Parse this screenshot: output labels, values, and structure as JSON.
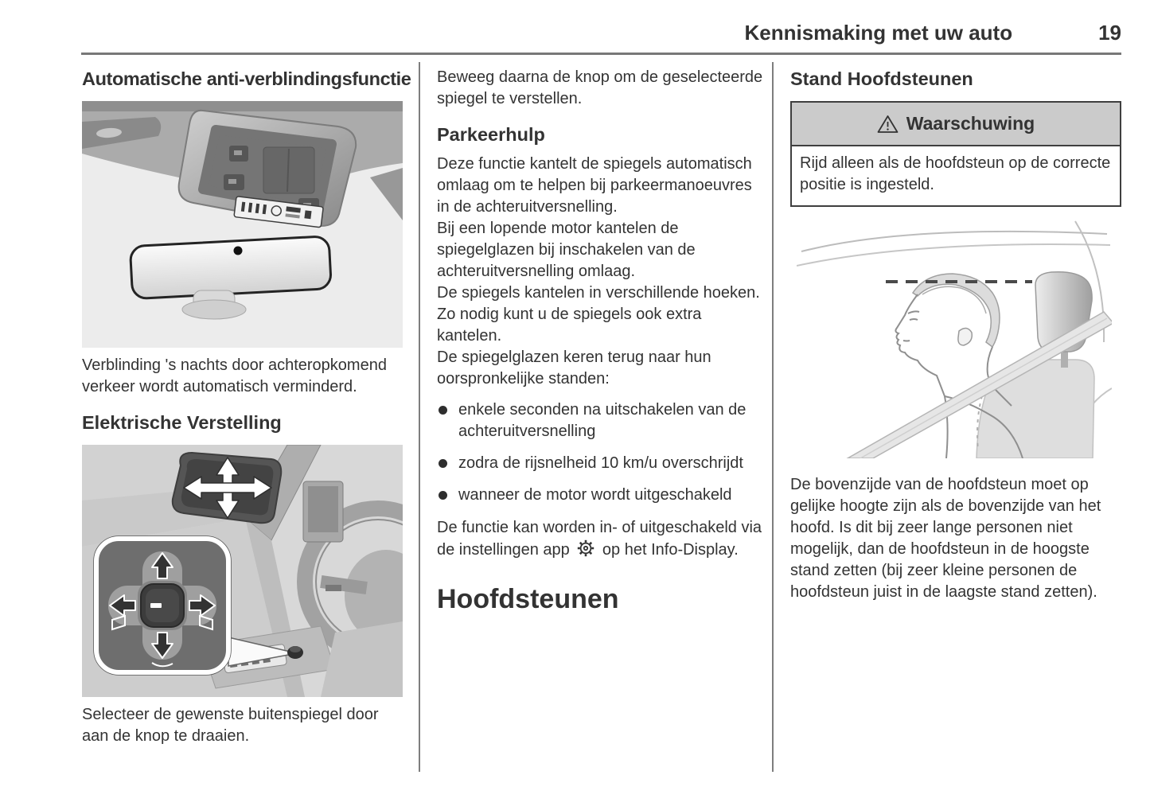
{
  "header": {
    "title": "Kennismaking met uw auto",
    "page_number": "19"
  },
  "left_column": {
    "auto_dim": {
      "heading": "Automatische anti-verblindingsfunctie",
      "figure": "interior-rearview-mirror-with-overhead-console",
      "caption": "Verblinding 's nachts door achteropkomend verkeer wordt automatisch verminderd."
    },
    "electric": {
      "heading": "Elektrische Verstelling",
      "figure": "exterior-mirror-four-way-adjustment-control",
      "caption": "Selecteer de gewenste buitenspiegel door aan de knop te draaien."
    }
  },
  "middle_column": {
    "intro": "Beweeg daarna de knop om de geselecteerde spiegel te verstellen.",
    "park_assist": {
      "heading": "Parkeerhulp",
      "paragraphs": [
        "Deze functie kantelt de spiegels automatisch omlaag om te helpen bij parkeermanoeuvres in de achteruitversnelling.",
        "Bij een lopende motor kantelen de spiegelglazen bij inschakelen van de achteruitversnelling omlaag.",
        "De spiegels kantelen in verschillende hoeken. Zo nodig kunt u de spiegels ook extra kantelen.",
        "De spiegelglazen keren terug naar hun oorspronkelijke standen:"
      ],
      "bullets": [
        "enkele seconden na uitschakelen van de achteruitversnelling",
        "zodra de rijsnelheid 10 km/u overschrijdt",
        "wanneer de motor wordt uitgeschakeld"
      ],
      "outro_before_icon": "De functie kan worden in- of uitgeschakeld via de instellingen app",
      "outro_after_icon": "op het Info-Display."
    },
    "headrests_heading": "Hoofdsteunen"
  },
  "right_column": {
    "heading": "Stand Hoofdsteunen",
    "warning": {
      "title": "Waarschuwing",
      "body": "Rijd alleen als de hoofdsteun op de correcte positie is ingesteld."
    },
    "figure": "headrest-position-diagram",
    "paragraph": "De bovenzijde van de hoofdsteun moet op gelijke hoogte zijn als de bovenzijde van het hoofd. Is dit bij zeer lange personen niet mogelijk, dan de hoofdsteun in de hoogste stand zetten (bij zeer kleine personen de hoofdsteun juist in de laagste stand zetten)."
  },
  "icons": {
    "settings": "gear-icon",
    "warning": "warning-triangle-icon"
  },
  "colors": {
    "text": "#333333",
    "header_rule": "#787878",
    "column_divider": "#7e7e7e",
    "warning_header_bg": "#cbcbcb",
    "warning_border": "#3f3f3f",
    "figure_bg": "#ececec"
  }
}
